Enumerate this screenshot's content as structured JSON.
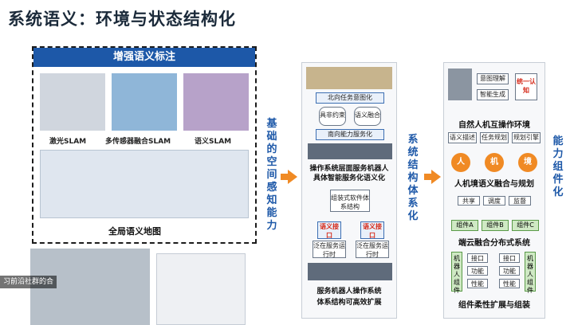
{
  "title": "系统语义：环境与状态结构化",
  "left_panel": {
    "header": "增强语义标注",
    "captions": [
      "激光SLAM",
      "多传感器融合SLAM",
      "语义SLAM"
    ],
    "map_caption": "全局语义地图"
  },
  "vertical_1": "基础的空间感知能力",
  "middle_panel": {
    "row1": "北向任务意图化",
    "pill_left": "具非约束",
    "pill_right": "语义融合",
    "row2": "南向能力服务化",
    "caption1": "操作系统层面服务机器人",
    "caption1_red": "具体智能服务化语义化",
    "middle_box": "组装式软件体系结构",
    "tag_left": "语义接口",
    "tag_right": "语义接口",
    "run_left": "泛在服务运行时",
    "run_right": "泛在服务运行时",
    "caption2": "服务机器人操作系统",
    "caption2_red": "体系结构可高效扩展"
  },
  "vertical_2": "系统结构体系化",
  "right_panel": {
    "labels_top": [
      "意图理解",
      "智能生成"
    ],
    "unify": "统一认知",
    "caption1": "自然人机互操作环境",
    "small_boxes": [
      "语义描述",
      "任务规划",
      "规划引擎"
    ],
    "circles": [
      "人",
      "机",
      "境"
    ],
    "caption2": "人机境语义融合与规划",
    "share_boxes": [
      "共享",
      "调度",
      "监督"
    ],
    "components": [
      "组件A",
      "组件B",
      "组件C"
    ],
    "caption3": "端云融合分布式系统",
    "side_left": "机器人组件",
    "side_right": "机器人组件",
    "mid_boxes": [
      "接口",
      "功能",
      "性能"
    ],
    "mid_boxes2": [
      "接口",
      "功能",
      "性能"
    ],
    "caption4": "组件柔性扩展与组装"
  },
  "vertical_3": "能力组件化",
  "watermark": "习前沿社群的合"
}
